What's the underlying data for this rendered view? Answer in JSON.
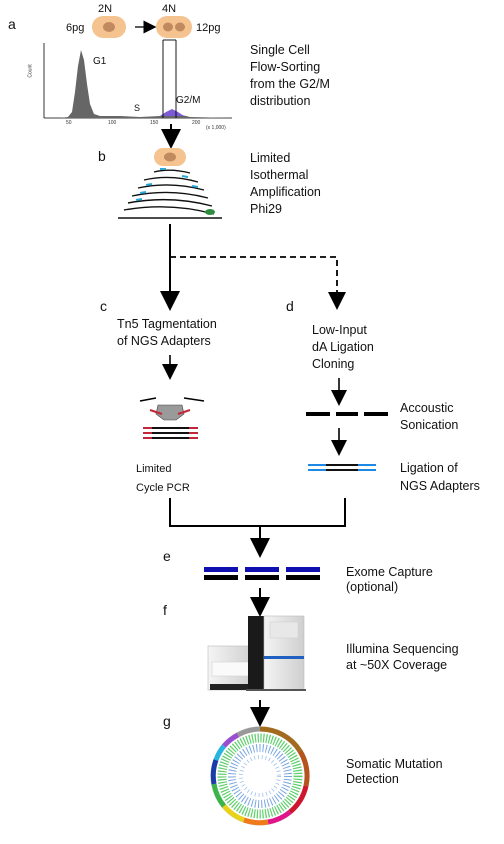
{
  "panels": {
    "a": {
      "letter": "a",
      "ploidy_left": "2N",
      "ploidy_right": "4N",
      "mass_left": "6pg",
      "mass_right": "12pg",
      "peak_g1": "G1",
      "phase_s": "S",
      "peak_g2m": "G2/M",
      "y_axis": "Count",
      "x_ticks": [
        "50",
        "100",
        "150",
        "200"
      ],
      "x_scale": "(x 1,000)",
      "description": "Single Cell\nFlow-Sorting\nfrom the G2/M\ndistribution"
    },
    "b": {
      "letter": "b",
      "description": "Limited\nIsothermal\nAmplification\nPhi29"
    },
    "c": {
      "letter": "c",
      "title": "Tn5 Tagmentation\nof NGS Adapters",
      "pcr": "Limited\nCycle PCR"
    },
    "d": {
      "letter": "d",
      "title": "Low-Input\ndA Ligation\nCloning",
      "sonication": "Accoustic\nSonication",
      "ligation": "Ligation of\nNGS Adapters"
    },
    "e": {
      "letter": "e",
      "description": "Exome Capture\n(optional)"
    },
    "f": {
      "letter": "f",
      "description": "Illumina Sequencing\nat ~50X Coverage"
    },
    "g": {
      "letter": "g",
      "description": "Somatic Mutation\nDetection"
    }
  },
  "colors": {
    "cell_body": "#f5c38f",
    "nucleus": "#c08a5e",
    "histogram": "#666666",
    "g2m_fill": "#7c5cd6",
    "primer": "#29a8d8",
    "polymerase": "#2e8b3e",
    "adapter_red": "#c0283a",
    "adapter_blue": "#1e88e5",
    "capture_blue": "#1010b0",
    "sequencer_accent": "#2060c0"
  }
}
